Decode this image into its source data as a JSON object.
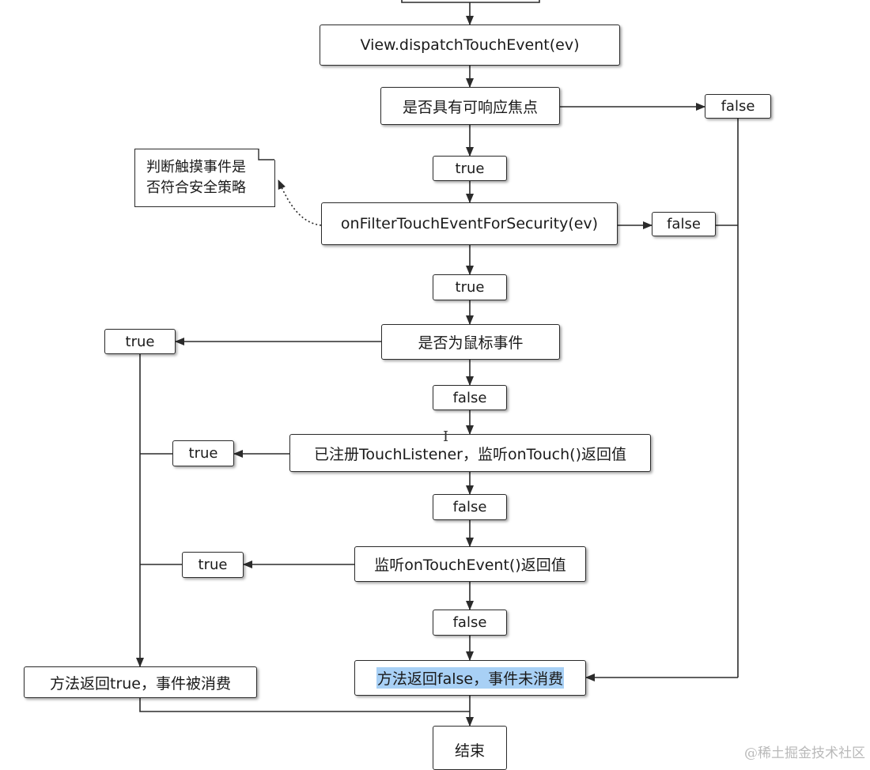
{
  "nodes": {
    "dispatch": "View.dispatchTouchEvent(ev)",
    "focus_check": "是否具有可响应焦点",
    "focus_false": "false",
    "focus_true": "true",
    "security": "onFilterTouchEventForSecurity(ev)",
    "security_false": "false",
    "security_true": "true",
    "mouse_check": "是否为鼠标事件",
    "mouse_true": "true",
    "mouse_false": "false",
    "listener": "已注册TouchListener，监听onTouch()返回值",
    "listener_true": "true",
    "listener_false": "false",
    "ontouchevent": "监听onTouchEvent()返回值",
    "ontouchevent_true": "true",
    "ontouchevent_false": "false",
    "return_true": "方法返回true，事件被消费",
    "return_false": "方法返回false，事件未消费",
    "end": "结束"
  },
  "note": {
    "line1": "判断触摸事件是",
    "line2": "否符合安全策略"
  },
  "watermark": "@稀土掘金技术社区",
  "cursor_glyph": "I",
  "colors": {
    "stroke": "#2b2b2b",
    "highlight": "#a8d0f5",
    "background": "#ffffff"
  }
}
